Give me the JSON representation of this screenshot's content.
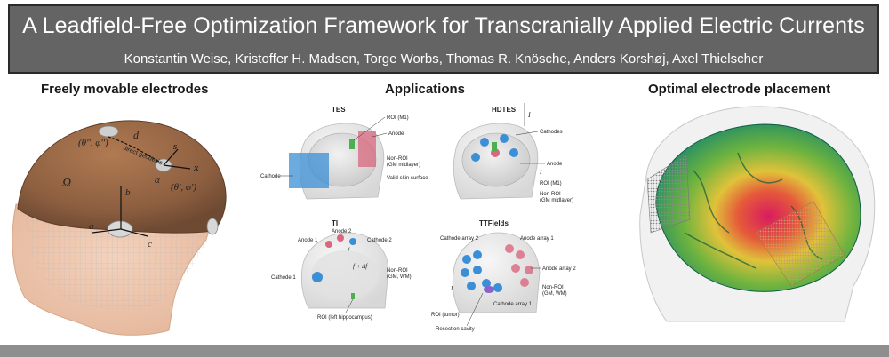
{
  "header": {
    "title": "A Leadfield-Free Optimization Framework for Transcranially Applied Electric Currents",
    "authors": "Konstantin Weise, Kristoffer H. Madsen, Torge Worbs, Thomas R. Knösche, Anders Korshøj, Axel Thielscher"
  },
  "left_panel": {
    "heading": "Freely movable electrodes",
    "labels": {
      "d": "d",
      "direct_geodesic": "direct geodesic",
      "theta_pp": "(θ'', φ'')",
      "s_vec": "s",
      "x": "x",
      "alpha": "α",
      "theta_p": "(θ', φ')",
      "omega": "Ω",
      "b_vec": "b",
      "a_vec": "a",
      "c_vec": "c"
    }
  },
  "middle_panel": {
    "heading": "Applications",
    "tes": {
      "title": "TES",
      "roi": "ROI (M1)",
      "anode": "Anode",
      "non_roi_1": "Non-ROI",
      "non_roi_2": "(GM midlayer)",
      "valid_skin": "Valid skin surface",
      "cathode": "Cathode"
    },
    "hdtes": {
      "title": "HDTES",
      "i_top": "I",
      "cathodes": "Cathodes",
      "anode": "Anode",
      "i_side": "I",
      "roi": "ROI (M1)",
      "non_roi_1": "Non-ROI",
      "non_roi_2": "(GM midlayer)"
    },
    "ti": {
      "title": "TI",
      "anode1": "Anode 1",
      "anode2": "Anode 2",
      "cathode2": "Cathode 2",
      "freq_f": "f",
      "freq_df": "f + Δf",
      "cathode1": "Cathode 1",
      "non_roi_1": "Non-ROI",
      "non_roi_2": "(GM, WM)",
      "roi": "ROI (left hippocampus)"
    },
    "ttfields": {
      "title": "TTFields",
      "cathode_array2": "Cathode array 2",
      "anode_array1": "Anode array 1",
      "anode_array2": "Anode array 2",
      "i_side": "I",
      "non_roi_1": "Non-ROI",
      "non_roi_2": "(GM, WM)",
      "roi": "ROI (tumor)",
      "cathode_array1": "Cathode array 1",
      "resection": "Resection cavity"
    }
  },
  "right_panel": {
    "heading": "Optimal electrode placement"
  },
  "colors": {
    "title_bar": "#646464",
    "footer_bar": "#8e8e8e",
    "cathode": "#3b8fd6",
    "anode": "#d9687e",
    "head_skin": "#9a6a48"
  }
}
